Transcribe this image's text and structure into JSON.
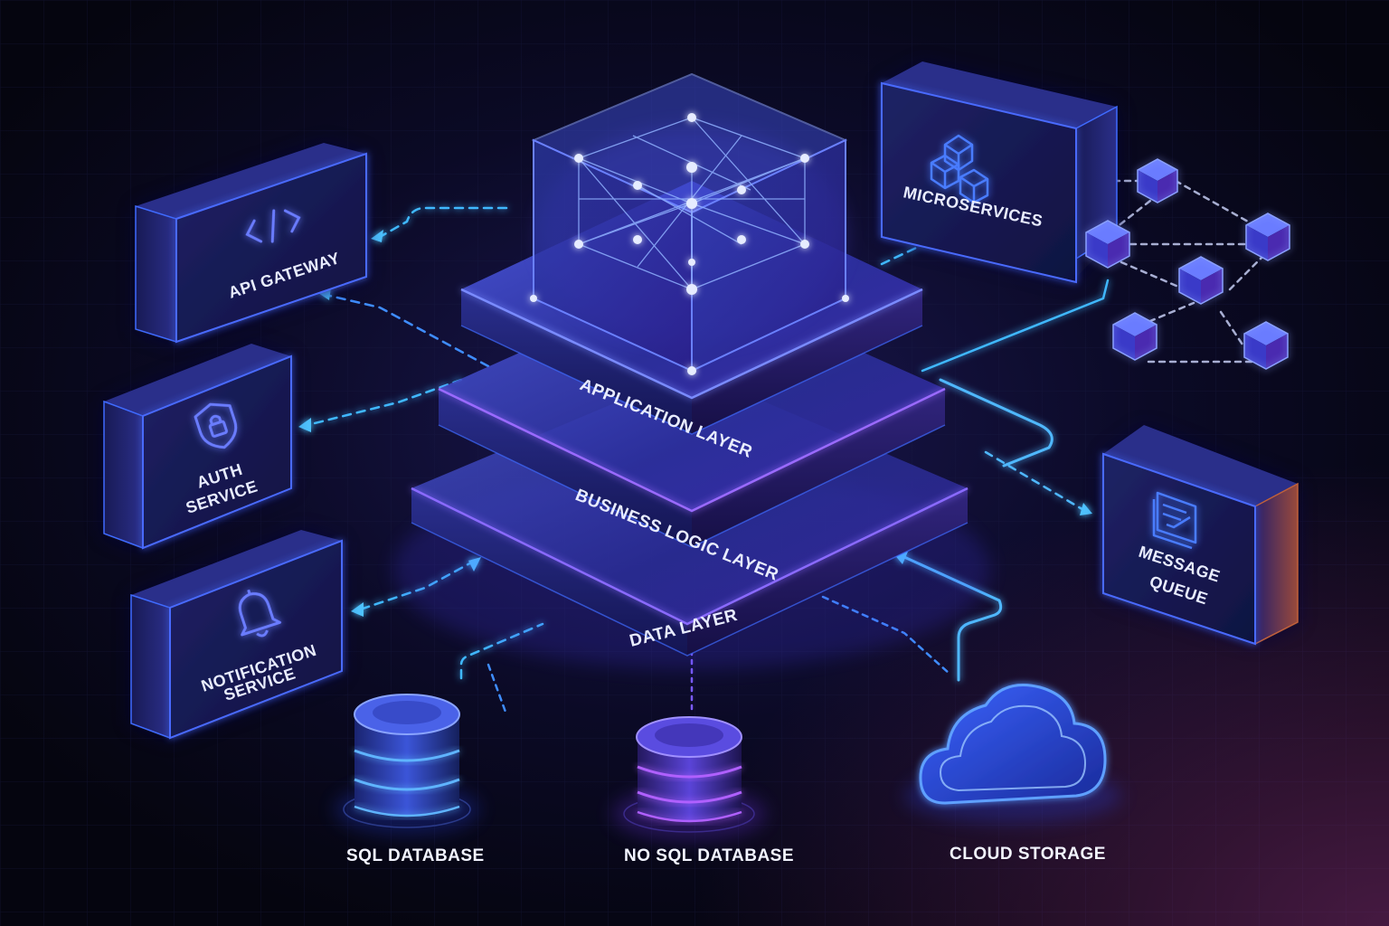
{
  "diagram": {
    "layers": {
      "application": "APPLICATION  LAYER",
      "business": "BUSINESS LOGIC LAYER",
      "data": "DATA  LAYER"
    },
    "services_left": {
      "api_gateway": "API GATEWAY",
      "auth_line1": "AUTH",
      "auth_line2": "SERVICE",
      "notification_line1": "NOTIFICATION",
      "notification_line2": "SERVICE"
    },
    "services_right": {
      "microservices": "MICROSERVICES",
      "message_line1": "MESSAGE",
      "message_line2": "QUEUE"
    },
    "storage": {
      "sql": "SQL DATABASE",
      "nosql": "NO SQL DATABASE",
      "cloud": "CLOUD STORAGE"
    },
    "colors": {
      "background": "#07071a",
      "accent_blue": "#3f6bff",
      "accent_cyan": "#3fb8ff",
      "accent_purple": "#8a3dff"
    },
    "icons": [
      "code-icon",
      "shield-lock-icon",
      "bell-icon",
      "cubes-icon",
      "message-queue-icon",
      "database-icon",
      "cloud-icon"
    ]
  }
}
